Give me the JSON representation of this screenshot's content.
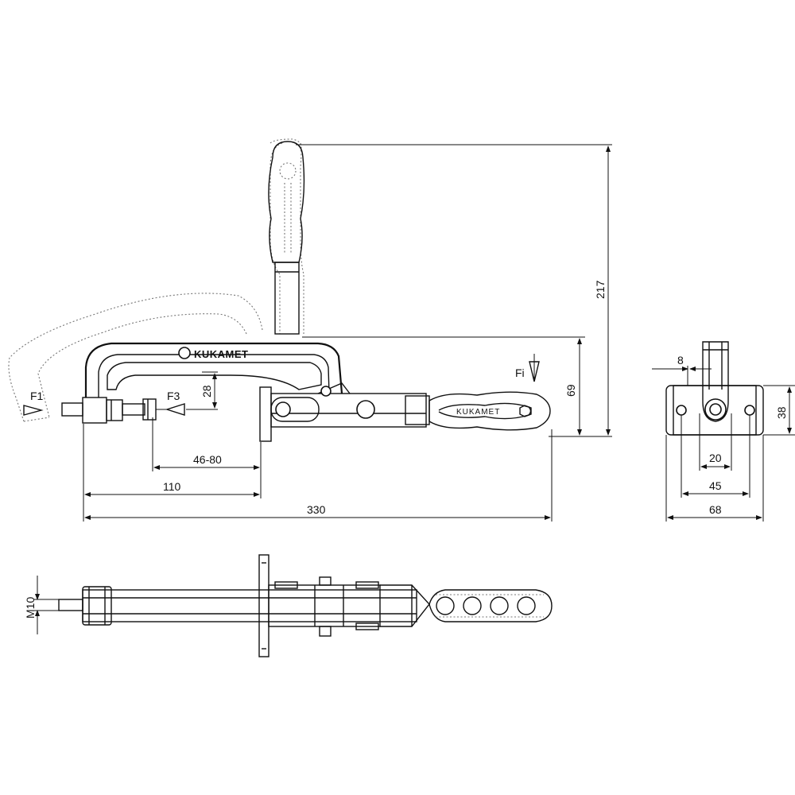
{
  "brand": {
    "logo_text": "KUKAMET",
    "handle_text": "KUKAMET"
  },
  "forces": {
    "f1": "F1",
    "f3": "F3",
    "fi": "Fi"
  },
  "side_view": {
    "dims": {
      "height_total": "217",
      "height_pivot": "69",
      "stroke_height": "28",
      "adjust_range": "46-80",
      "base_offset": "110",
      "overall_length": "330"
    }
  },
  "end_view": {
    "dims": {
      "slot_width": "8",
      "base_height": "38",
      "hole_center": "20",
      "hole_spacing": "45",
      "base_width": "68"
    }
  },
  "top_view": {
    "dims": {
      "thread": "M10"
    }
  }
}
